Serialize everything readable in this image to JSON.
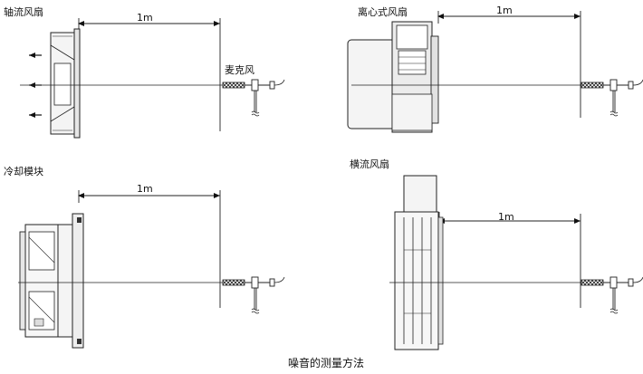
{
  "panels": {
    "axial": {
      "title": "轴流风扇",
      "distance": "1m",
      "mic_label": "麦克风"
    },
    "centrifugal": {
      "title": "离心式风扇",
      "distance": "1m"
    },
    "cooling": {
      "title": "冷却模块",
      "distance": "1m"
    },
    "crossflow": {
      "title": "横流风扇",
      "distance": "1m"
    }
  },
  "caption": "噪音的测量方法",
  "icons": [
    "fan-icon",
    "microphone-icon",
    "airflow-arrow-icon"
  ],
  "colors": {
    "line": "#222222",
    "fill": "#f2f2f2",
    "shade": "#d9d9d9"
  }
}
